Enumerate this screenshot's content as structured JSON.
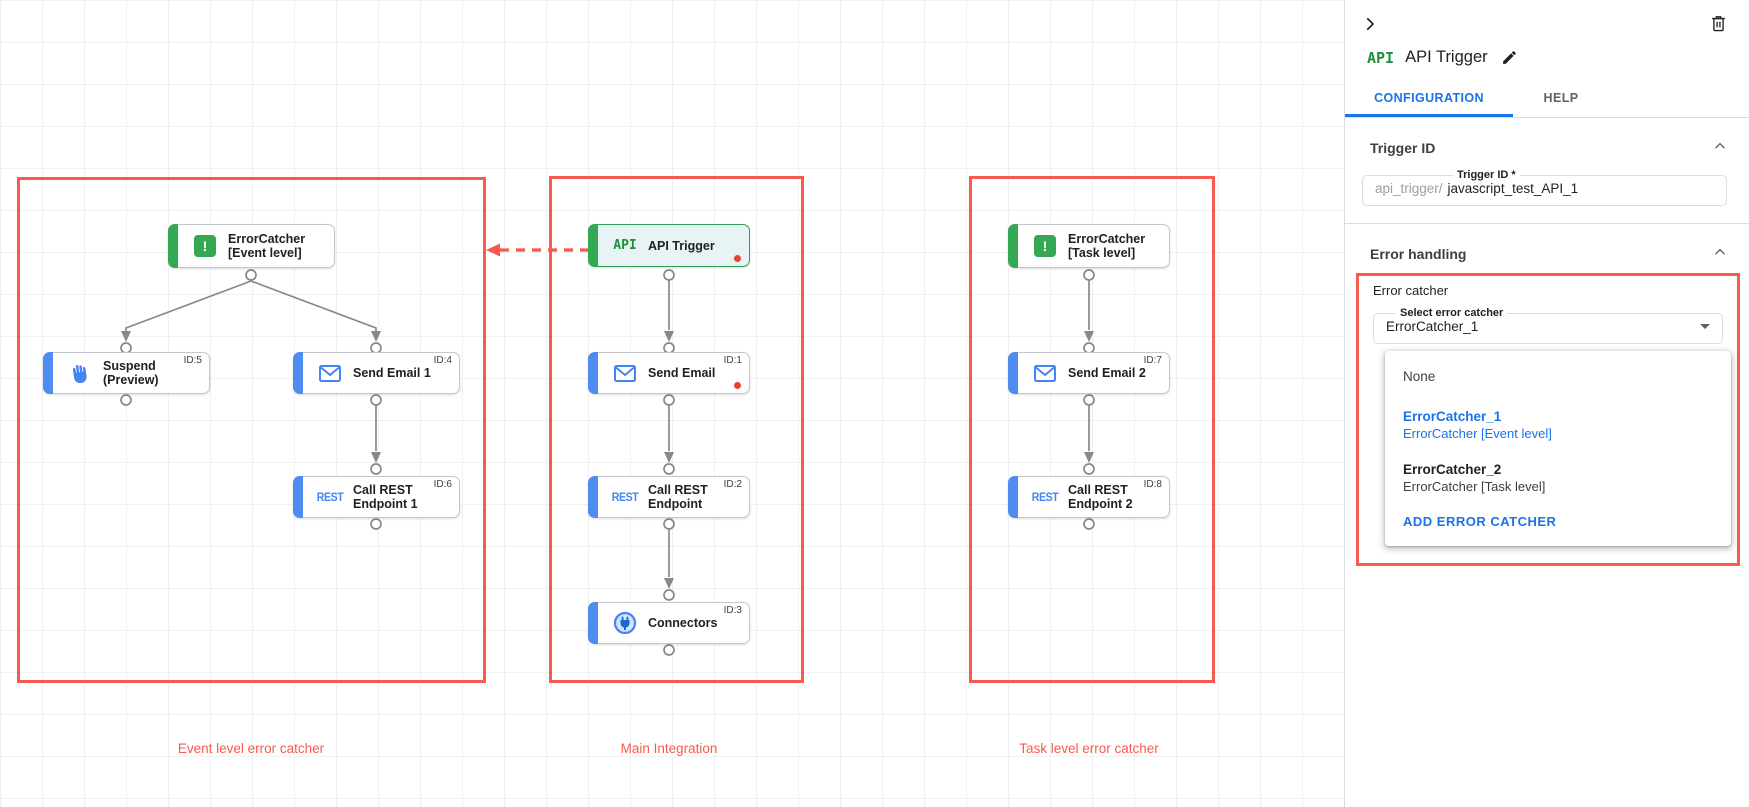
{
  "colors": {
    "accent_blue": "#1a73e8",
    "google_green": "#34a853",
    "node_blue": "#4285f4",
    "highlight_red": "#f85a4e",
    "alert_red": "#e94235"
  },
  "canvas": {
    "groups": [
      {
        "label": "Event level error catcher"
      },
      {
        "label": "Main Integration"
      },
      {
        "label": "Task level error catcher"
      }
    ],
    "nodes": [
      {
        "label": "ErrorCatcher",
        "label2": "[Event level]",
        "icon_text": "!"
      },
      {
        "label": "Suspend",
        "label2": "(Preview)",
        "badge": "ID:5"
      },
      {
        "label": "Send Email 1",
        "badge": "ID:4"
      },
      {
        "label": "Call REST",
        "label2": "Endpoint 1",
        "badge": "ID:6",
        "icon_text": "REST"
      },
      {
        "label": "API Trigger",
        "icon_text": "API"
      },
      {
        "label": "Send Email",
        "badge": "ID:1"
      },
      {
        "label": "Call REST",
        "label2": "Endpoint",
        "badge": "ID:2",
        "icon_text": "REST"
      },
      {
        "label": "Connectors",
        "badge": "ID:3"
      },
      {
        "label": "ErrorCatcher",
        "label2": "[Task level]",
        "icon_text": "!"
      },
      {
        "label": "Send Email 2",
        "badge": "ID:7"
      },
      {
        "label": "Call REST",
        "label2": "Endpoint 2",
        "badge": "ID:8",
        "icon_text": "REST"
      }
    ]
  },
  "panel": {
    "logo_text": "API",
    "title": "API Trigger",
    "tabs": [
      {
        "label": "CONFIGURATION"
      },
      {
        "label": "HELP"
      }
    ],
    "trigger_section": {
      "heading": "Trigger ID",
      "field_label": "Trigger ID *",
      "prefix": "api_trigger/",
      "value": "javascript_test_API_1"
    },
    "error_section": {
      "heading": "Error handling",
      "group_label": "Error catcher",
      "select_label": "Select error catcher",
      "select_value": "ErrorCatcher_1",
      "options": [
        {
          "name": "None",
          "sub": ""
        },
        {
          "name": "ErrorCatcher_1",
          "sub": "ErrorCatcher [Event level]"
        },
        {
          "name": "ErrorCatcher_2",
          "sub": "ErrorCatcher [Task level]"
        }
      ],
      "add_button": "ADD ERROR CATCHER"
    }
  }
}
